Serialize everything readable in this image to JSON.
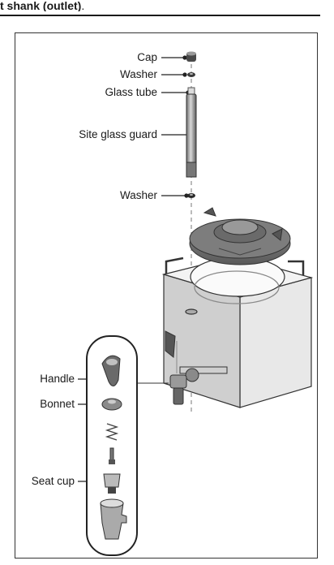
{
  "heading": {
    "prefix": "t shank (outlet)",
    "suffix": "."
  },
  "labels": {
    "cap": "Cap",
    "washer_top": "Washer",
    "glass_tube": "Glass tube",
    "site_glass_guard": "Site glass guard",
    "washer_lower": "Washer",
    "handle": "Handle",
    "bonnet": "Bonnet",
    "seat_cup": "Seat cup"
  }
}
